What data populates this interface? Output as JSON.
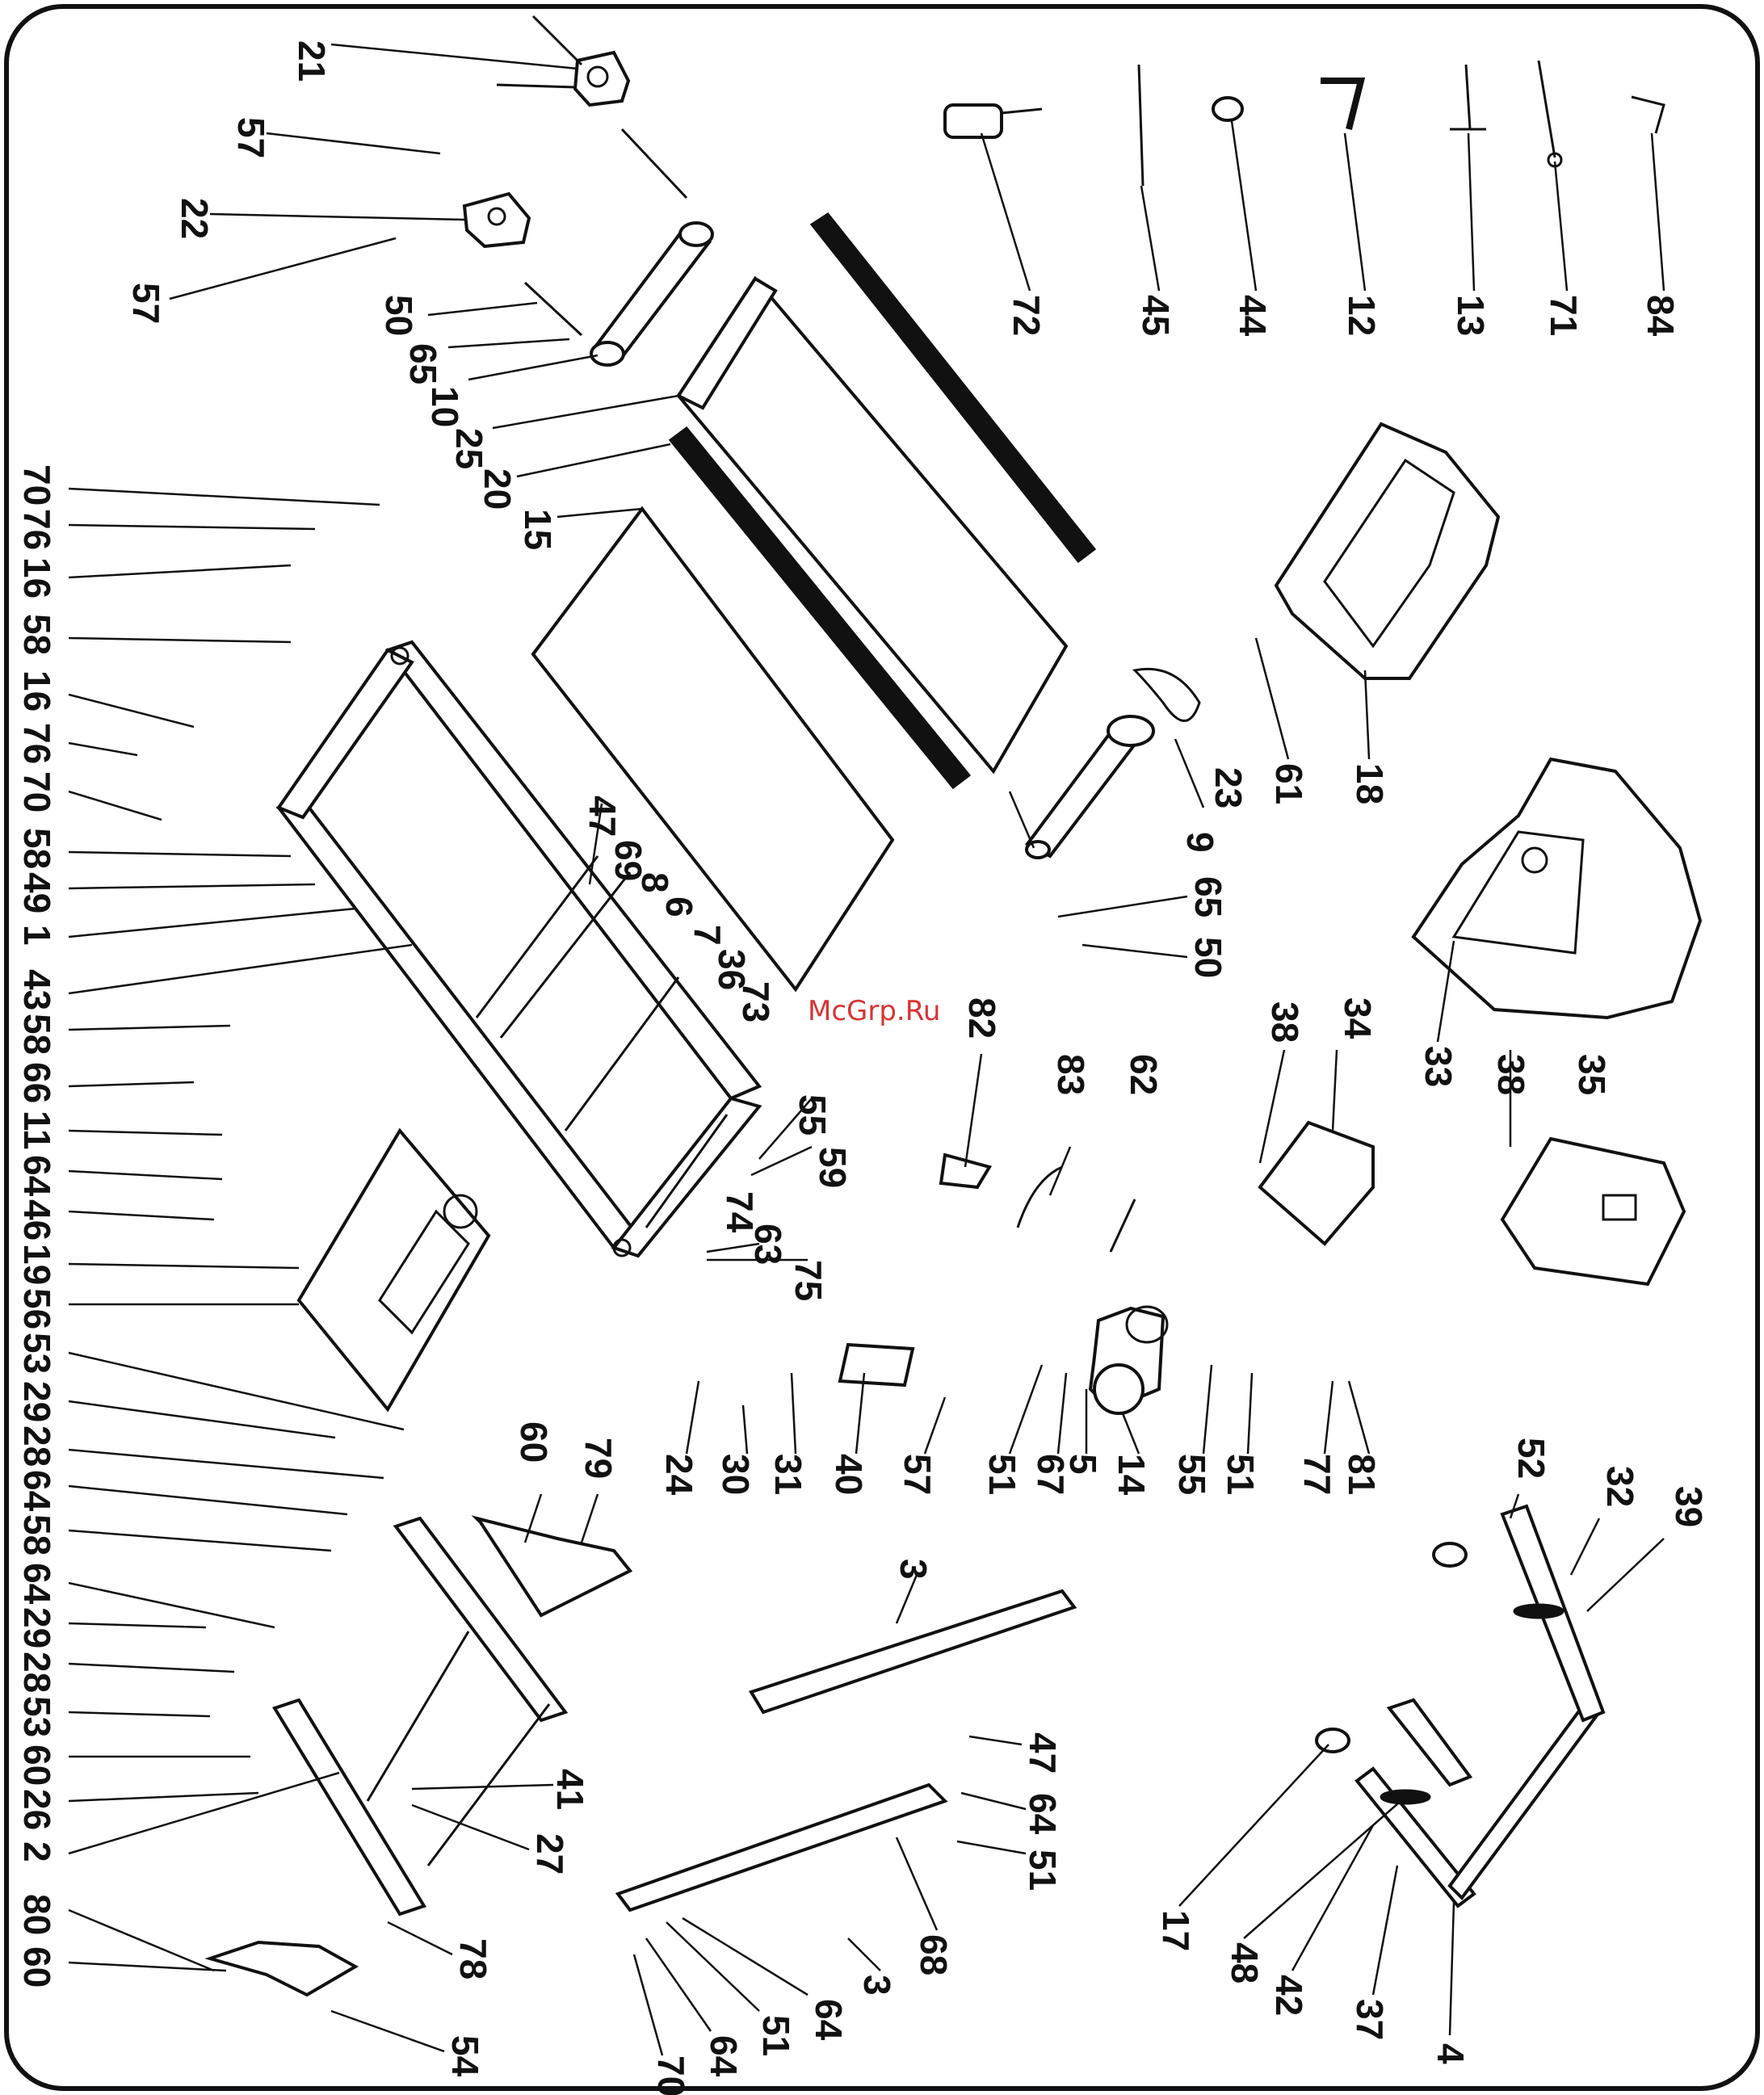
{
  "watermark": "McGrp.Ru",
  "labels": [
    {
      "id": "l1",
      "text": "21"
    },
    {
      "id": "l2",
      "text": "57"
    },
    {
      "id": "l3",
      "text": "22"
    },
    {
      "id": "l4",
      "text": "57"
    },
    {
      "id": "l5",
      "text": "50"
    },
    {
      "id": "l6",
      "text": "65"
    },
    {
      "id": "l7",
      "text": "10"
    },
    {
      "id": "l8",
      "text": "25"
    },
    {
      "id": "l9",
      "text": "20"
    },
    {
      "id": "l10",
      "text": "15"
    },
    {
      "id": "l11",
      "text": "72"
    },
    {
      "id": "l12",
      "text": "45"
    },
    {
      "id": "l13",
      "text": "44"
    },
    {
      "id": "l14",
      "text": "12"
    },
    {
      "id": "l15",
      "text": "13"
    },
    {
      "id": "l16",
      "text": "71"
    },
    {
      "id": "l17",
      "text": "84"
    },
    {
      "id": "l18",
      "text": "70"
    },
    {
      "id": "l19",
      "text": "76"
    },
    {
      "id": "l20",
      "text": "16"
    },
    {
      "id": "l21",
      "text": "58"
    },
    {
      "id": "l22",
      "text": "16"
    },
    {
      "id": "l23",
      "text": "76"
    },
    {
      "id": "l24",
      "text": "70"
    },
    {
      "id": "l25",
      "text": "58"
    },
    {
      "id": "l26",
      "text": "49"
    },
    {
      "id": "l27",
      "text": "1"
    },
    {
      "id": "l28",
      "text": "43"
    },
    {
      "id": "l29",
      "text": "58"
    },
    {
      "id": "l30",
      "text": "66"
    },
    {
      "id": "l31",
      "text": "11"
    },
    {
      "id": "l32",
      "text": "64"
    },
    {
      "id": "l33",
      "text": "46"
    },
    {
      "id": "l34",
      "text": "19"
    },
    {
      "id": "l35",
      "text": "56"
    },
    {
      "id": "l36",
      "text": "53"
    },
    {
      "id": "l37",
      "text": "29"
    },
    {
      "id": "l38",
      "text": "28"
    },
    {
      "id": "l39",
      "text": "64"
    },
    {
      "id": "l40",
      "text": "58"
    },
    {
      "id": "l41",
      "text": "64"
    },
    {
      "id": "l42",
      "text": "29"
    },
    {
      "id": "l43",
      "text": "28"
    },
    {
      "id": "l44",
      "text": "53"
    },
    {
      "id": "l45",
      "text": "60"
    },
    {
      "id": "l46",
      "text": "26"
    },
    {
      "id": "l47",
      "text": "2"
    },
    {
      "id": "l48",
      "text": "80"
    },
    {
      "id": "l49",
      "text": "60"
    },
    {
      "id": "l50",
      "text": "47"
    },
    {
      "id": "l51",
      "text": "69"
    },
    {
      "id": "l52",
      "text": "8"
    },
    {
      "id": "l53",
      "text": "6"
    },
    {
      "id": "l54",
      "text": "7"
    },
    {
      "id": "l55",
      "text": "36"
    },
    {
      "id": "l56",
      "text": "73"
    },
    {
      "id": "l57",
      "text": "55"
    },
    {
      "id": "l58",
      "text": "59"
    },
    {
      "id": "l59",
      "text": "74"
    },
    {
      "id": "l60",
      "text": "63"
    },
    {
      "id": "l61",
      "text": "75"
    },
    {
      "id": "l62",
      "text": "61"
    },
    {
      "id": "l63",
      "text": "18"
    },
    {
      "id": "l64",
      "text": "23"
    },
    {
      "id": "l65",
      "text": "9"
    },
    {
      "id": "l66",
      "text": "65"
    },
    {
      "id": "l67",
      "text": "50"
    },
    {
      "id": "l68",
      "text": "33"
    },
    {
      "id": "l69",
      "text": "82"
    },
    {
      "id": "l70",
      "text": "83"
    },
    {
      "id": "l71",
      "text": "62"
    },
    {
      "id": "l72",
      "text": "38"
    },
    {
      "id": "l73",
      "text": "34"
    },
    {
      "id": "l74",
      "text": "38"
    },
    {
      "id": "l75",
      "text": "35"
    },
    {
      "id": "l76",
      "text": "24"
    },
    {
      "id": "l77",
      "text": "30"
    },
    {
      "id": "l78",
      "text": "31"
    },
    {
      "id": "l79",
      "text": "40"
    },
    {
      "id": "l80",
      "text": "57"
    },
    {
      "id": "l81",
      "text": "51"
    },
    {
      "id": "l82",
      "text": "67"
    },
    {
      "id": "l83",
      "text": "5"
    },
    {
      "id": "l84",
      "text": "14"
    },
    {
      "id": "l85",
      "text": "55"
    },
    {
      "id": "l86",
      "text": "51"
    },
    {
      "id": "l87",
      "text": "77"
    },
    {
      "id": "l88",
      "text": "81"
    },
    {
      "id": "l89",
      "text": "60"
    },
    {
      "id": "l90",
      "text": "79"
    },
    {
      "id": "l91",
      "text": "41"
    },
    {
      "id": "l92",
      "text": "27"
    },
    {
      "id": "l93",
      "text": "78"
    },
    {
      "id": "l94",
      "text": "54"
    },
    {
      "id": "l95",
      "text": "3"
    },
    {
      "id": "l96",
      "text": "47"
    },
    {
      "id": "l97",
      "text": "64"
    },
    {
      "id": "l98",
      "text": "51"
    },
    {
      "id": "l99",
      "text": "68"
    },
    {
      "id": "l100",
      "text": "3"
    },
    {
      "id": "l101",
      "text": "64"
    },
    {
      "id": "l102",
      "text": "51"
    },
    {
      "id": "l103",
      "text": "64"
    },
    {
      "id": "l104",
      "text": "70"
    },
    {
      "id": "l105",
      "text": "52"
    },
    {
      "id": "l106",
      "text": "32"
    },
    {
      "id": "l107",
      "text": "39"
    },
    {
      "id": "l108",
      "text": "17"
    },
    {
      "id": "l109",
      "text": "48"
    },
    {
      "id": "l110",
      "text": "42"
    },
    {
      "id": "l111",
      "text": "37"
    },
    {
      "id": "l112",
      "text": "4"
    }
  ]
}
